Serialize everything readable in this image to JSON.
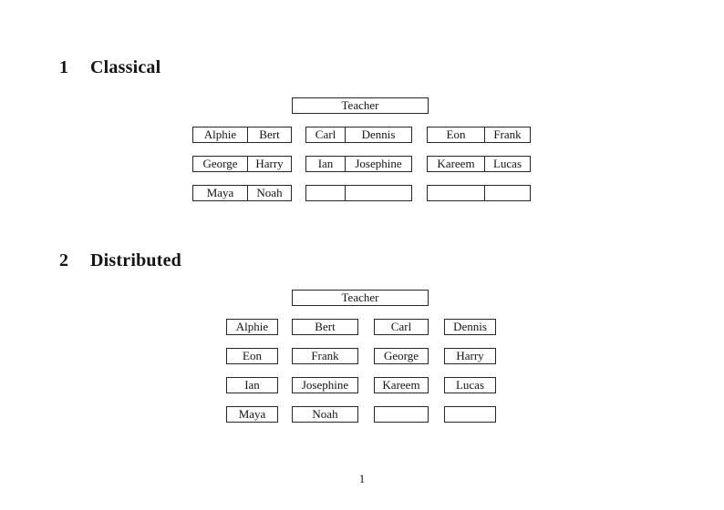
{
  "page_number": "1",
  "classical": {
    "heading_number": "1",
    "heading_title": "Classical",
    "teacher_label": "Teacher",
    "rows": [
      [
        [
          "Alphie",
          "Bert"
        ],
        [
          "Carl",
          "Dennis"
        ],
        [
          "Eon",
          "Frank"
        ]
      ],
      [
        [
          "George",
          "Harry"
        ],
        [
          "Ian",
          "Josephine"
        ],
        [
          "Kareem",
          "Lucas"
        ]
      ],
      [
        [
          "Maya",
          "Noah"
        ],
        [
          "",
          ""
        ],
        [
          "",
          ""
        ]
      ]
    ]
  },
  "distributed": {
    "heading_number": "2",
    "heading_title": "Distributed",
    "teacher_label": "Teacher",
    "rows": [
      [
        "Alphie",
        "Bert",
        "Carl",
        "Dennis"
      ],
      [
        "Eon",
        "Frank",
        "George",
        "Harry"
      ],
      [
        "Ian",
        "Josephine",
        "Kareem",
        "Lucas"
      ],
      [
        "Maya",
        "Noah",
        "",
        ""
      ]
    ]
  }
}
